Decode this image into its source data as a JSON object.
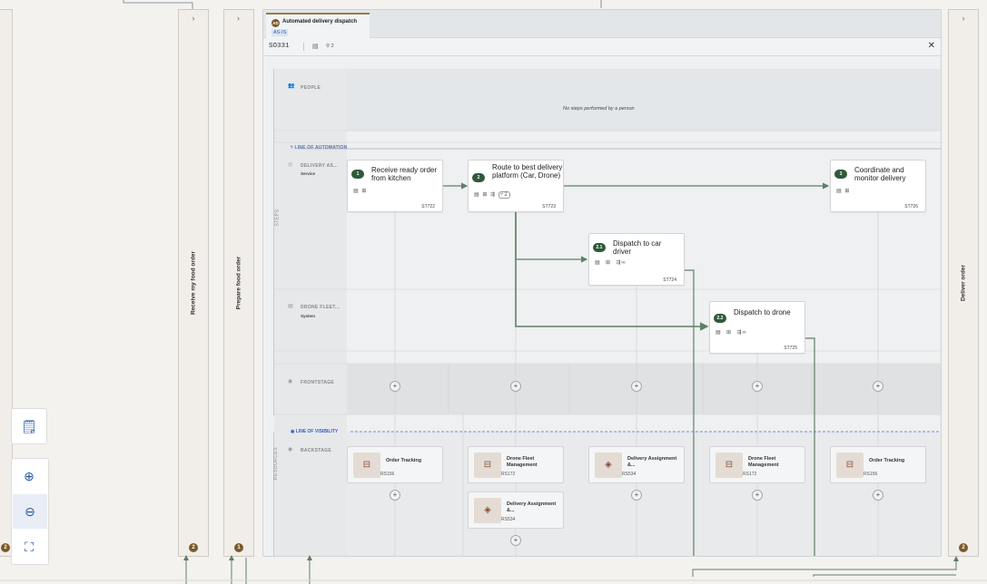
{
  "columns": [
    {
      "title": "Receive my food order",
      "badge": "2"
    },
    {
      "title": "Prepare food order",
      "badge": "1"
    },
    {
      "title": "Deliver order",
      "badge": "2"
    }
  ],
  "left_badge": "2",
  "tab": {
    "icon": "AD",
    "title": "Automated delivery dispatch",
    "status": "AS-IS"
  },
  "header": {
    "id": "SO331",
    "pins": "2"
  },
  "axis": {
    "steps": "STEPS",
    "resources": "RESOURCES"
  },
  "lines": {
    "automation": "LINE OF AUTOMATION",
    "visibility": "LINE OF VISIBILITY"
  },
  "lanes": {
    "people": {
      "label": "PEOPLE",
      "empty": "No steps performed by a person"
    },
    "delivery": {
      "label": "DELIVERY AS...",
      "sub": "Service"
    },
    "drone": {
      "label": "DRONE FLEET...",
      "sub": "System"
    },
    "frontstage": {
      "label": "FRONTSTAGE"
    },
    "backstage": {
      "label": "BACKSTAGE"
    }
  },
  "steps": [
    {
      "num": "1",
      "title": "Receive ready order from kitchen",
      "code": "ST722"
    },
    {
      "num": "2",
      "title": "Route to best delivery platform (Car, Drone)",
      "code": "ST723",
      "counter": "2"
    },
    {
      "num": "3",
      "title": "Coordinate and monitor delivery",
      "code": "ST726"
    },
    {
      "num": "2.1",
      "title": "Dispatch to car driver",
      "code": "ST724"
    },
    {
      "num": "2.2",
      "title": "Dispatch to drone",
      "code": "ST725"
    }
  ],
  "resources": [
    {
      "title": "Order Tracking",
      "code": "RS156"
    },
    {
      "title": "Drone Fleet Management",
      "code": "RS172"
    },
    {
      "title": "Delivery Assignment &...",
      "code": "RS534"
    },
    {
      "title": "Delivery Assignment &...",
      "code": "RS534"
    },
    {
      "title": "Drone Fleet Management",
      "code": "RS172"
    },
    {
      "title": "Order Tracking",
      "code": "RS156"
    }
  ],
  "colors": {
    "accent": "#2f5a3a",
    "link": "#2457a4",
    "connector": "#5f7f66"
  }
}
